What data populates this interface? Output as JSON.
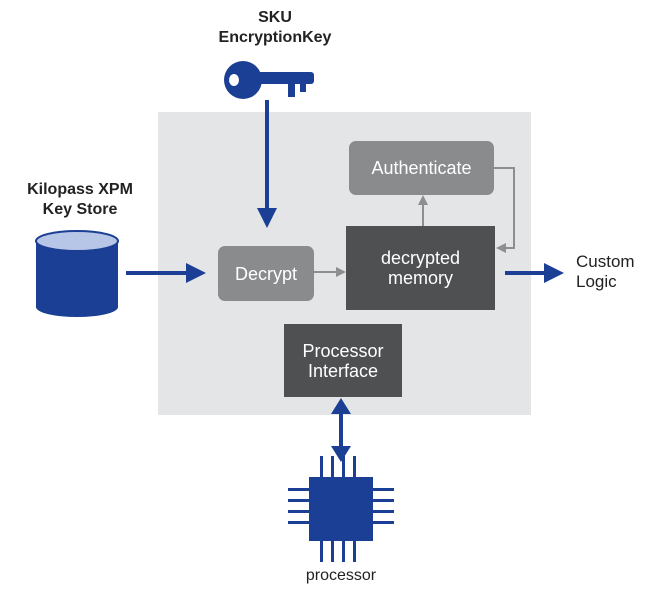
{
  "key": {
    "line1": "SKU",
    "line2": "EncryptionKey",
    "icon": "key-icon"
  },
  "keystore": {
    "line1": "Kilopass XPM",
    "line2": "Key Store",
    "icon": "database-icon"
  },
  "blocks": {
    "authenticate": "Authenticate",
    "decrypt": "Decrypt",
    "decrypted_memory_l1": "decrypted",
    "decrypted_memory_l2": "memory",
    "processor_interface_l1": "Processor",
    "processor_interface_l2": "Interface"
  },
  "custom_logic": {
    "line1": "Custom",
    "line2": "Logic"
  },
  "processor": {
    "label": "processor",
    "icon": "chip-icon"
  },
  "colors": {
    "accent": "#1b3f94",
    "panel": "#e4e5e6",
    "light_block": "#8a8b8d",
    "dark_block": "#4f5052",
    "connector": "#8e8e8e"
  }
}
